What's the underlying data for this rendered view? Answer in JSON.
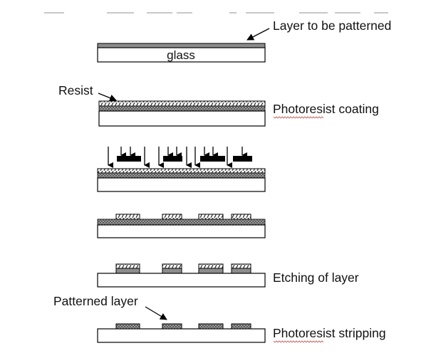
{
  "diagram": {
    "title": "Photolithography process steps",
    "labels": {
      "layer_to_be_patterned": "Layer to be patterned",
      "glass": "glass",
      "resist": "Resist",
      "photoresist_coating": "Photoresist coating",
      "etching_of_layer": "Etching of layer",
      "patterned_layer": "Patterned layer",
      "photoresist_stripping": "Photoresist stripping"
    },
    "steps": [
      {
        "id": "substrate",
        "caption_key": "layer_to_be_patterned"
      },
      {
        "id": "coating",
        "caption_key": "photoresist_coating"
      },
      {
        "id": "exposure",
        "caption_key": null
      },
      {
        "id": "development",
        "caption_key": null
      },
      {
        "id": "etching",
        "caption_key": "etching_of_layer"
      },
      {
        "id": "stripping",
        "caption_key": "photoresist_stripping"
      }
    ],
    "mask_count": 4,
    "colors": {
      "outline": "#000000",
      "layer": "#8c8c8c",
      "glass": "#ffffff",
      "mask": "#000000",
      "spellcheck_underline": "#c0504d"
    }
  }
}
